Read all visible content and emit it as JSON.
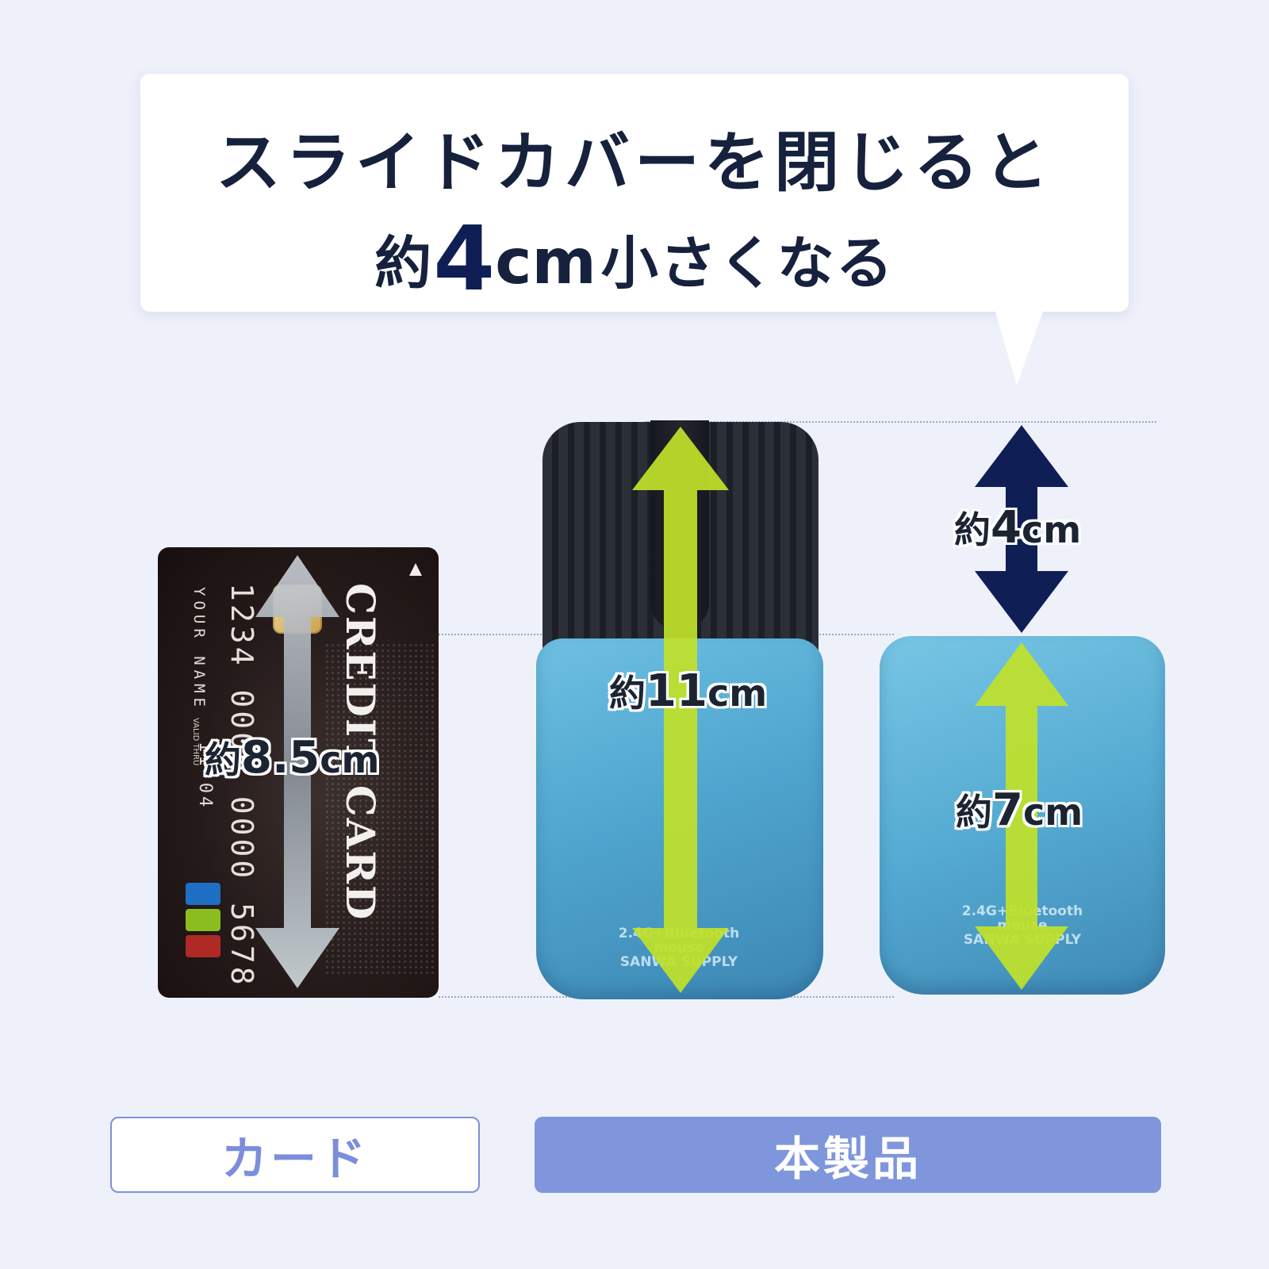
{
  "headline": {
    "line1": "スライドカバーを閉じると",
    "line2_prefix": "約",
    "line2_number": "4",
    "line2_unit": "cm",
    "line2_suffix": "小さくなる"
  },
  "card": {
    "brand": "CREDIT CARD",
    "number": "1234 0000 0000 5678",
    "name": "YOUR NAME",
    "valid_label": "VALID THRU",
    "expiry": "11-04",
    "stripe_colors": [
      "#1f6fc4",
      "#8bbd1f",
      "#b02a25"
    ],
    "dimension": {
      "prefix": "約",
      "number": "8.5",
      "unit": "cm"
    }
  },
  "product_open": {
    "print_line1": "2.4G+Bluetooth",
    "print_line2": "mouse",
    "print_line3": "SANWA SUPPLY",
    "dimension": {
      "prefix": "約",
      "number": "11",
      "unit": "cm"
    }
  },
  "product_closed": {
    "print_line1": "2.4G+Bluetooth",
    "print_line2": "mouse",
    "print_line3": "SANWA SUPPLY",
    "dimension": {
      "prefix": "約",
      "number": "7",
      "unit": "cm"
    },
    "reduction": {
      "prefix": "約",
      "number": "4",
      "unit": "cm"
    }
  },
  "tags": {
    "card": "カード",
    "product": "本製品"
  },
  "colors": {
    "background": "#eef1fa",
    "text_dark": "#16213d",
    "arrow_green": "#bfe12a",
    "arrow_navy": "#0f1f55",
    "tag_accent": "#7f96dd",
    "product_blue": "#55abd2"
  }
}
